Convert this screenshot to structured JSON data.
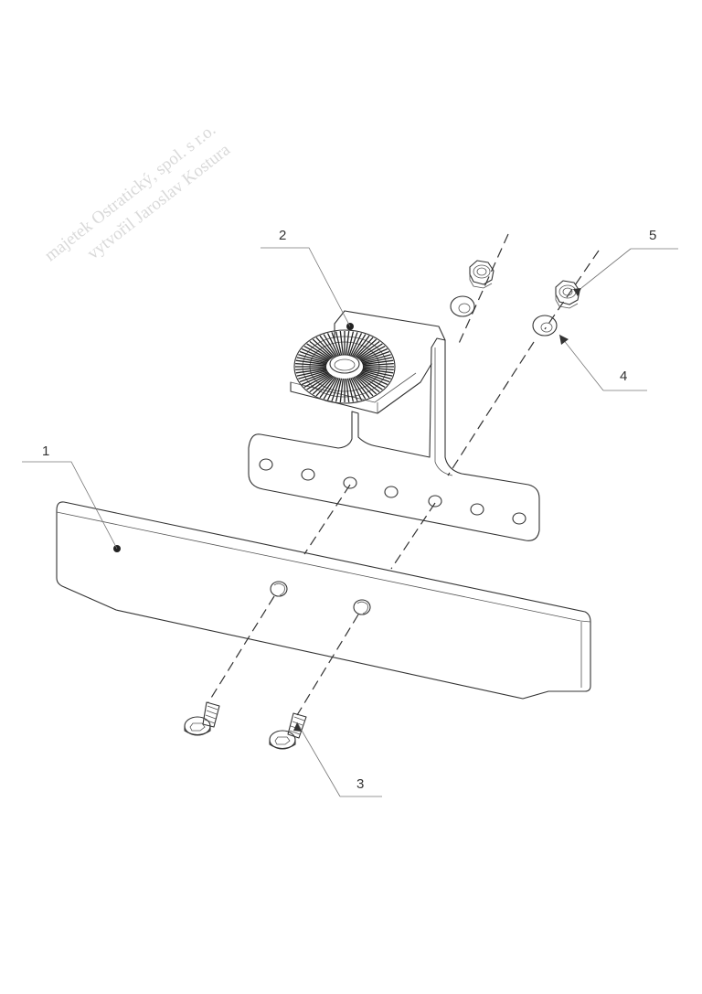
{
  "watermark": {
    "line1": "majetek Ostratický, spol. s r.o.",
    "line2": "vytvořil Jaroslav Kostura"
  },
  "callouts": [
    {
      "number": "1"
    },
    {
      "number": "2"
    },
    {
      "number": "3"
    },
    {
      "number": "4"
    },
    {
      "number": "5"
    }
  ]
}
